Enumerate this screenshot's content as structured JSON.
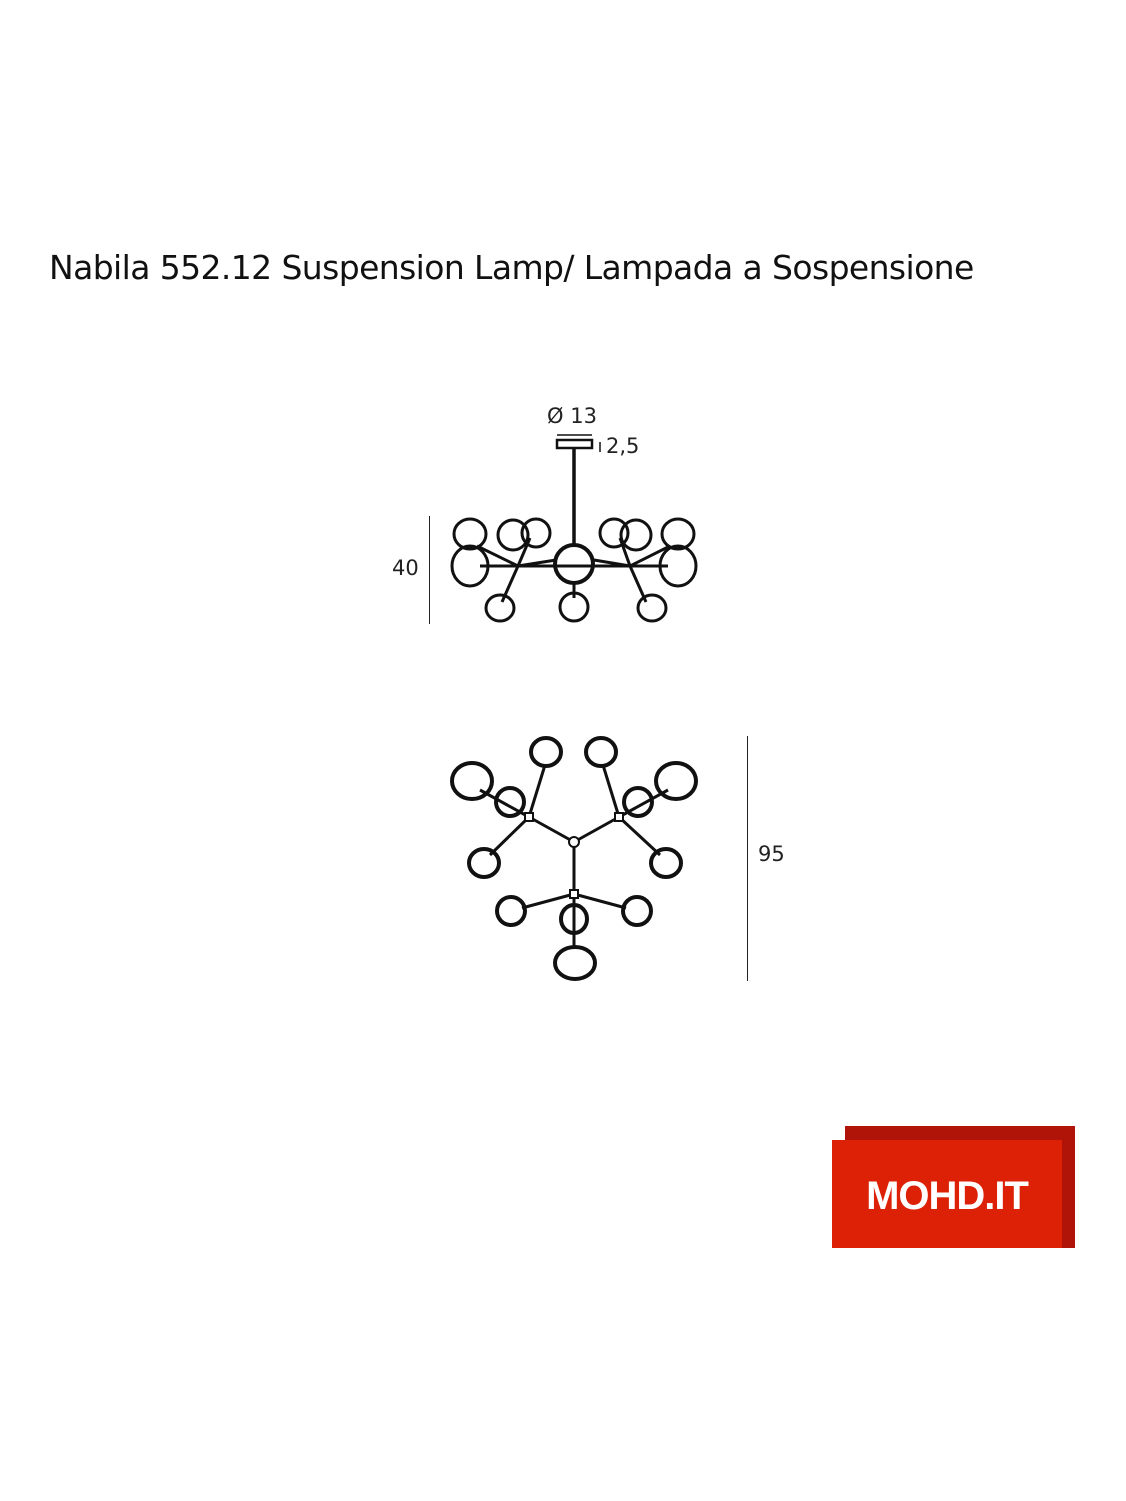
{
  "document": {
    "title": "Nabila 552.12 Suspension Lamp/ Lampada a Sospensione"
  },
  "side_view": {
    "canopy_diameter_label": "Ø 13",
    "canopy_height_label": "2,5",
    "height_label": "40"
  },
  "top_view": {
    "diameter_label": "95"
  },
  "logo": {
    "text": "MOHD.IT",
    "front_color": "#dc2106",
    "back_color": "#b01408"
  }
}
